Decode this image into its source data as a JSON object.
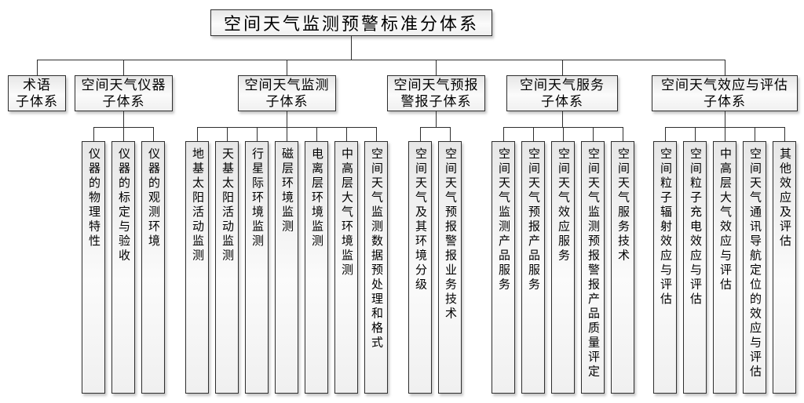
{
  "diagram": {
    "title": "空间天气监测预警标准分体系",
    "subsystems": [
      {
        "lines": [
          "术语",
          "子体系"
        ],
        "children": []
      },
      {
        "lines": [
          "空间天气仪器",
          "子体系"
        ],
        "children": [
          "仪器的物理特性",
          "仪器的标定与验收",
          "仪器的观测环境"
        ]
      },
      {
        "lines": [
          "空间天气监测",
          "子体系"
        ],
        "children": [
          "地基太阳活动监测",
          "天基太阳活动监测",
          "行星际环境监测",
          "磁层环境监测",
          "电离层环境监测",
          "中高层大气环境监测",
          "空间天气监测数据预处理和格式"
        ]
      },
      {
        "lines": [
          "空间天气预报",
          "警报子体系"
        ],
        "children": [
          "空间天气及其环境分级",
          "空间天气预报警报业务技术"
        ]
      },
      {
        "lines": [
          "空间天气服务",
          "子体系"
        ],
        "children": [
          "空间天气监测产品服务",
          "空间天气预报产品服务",
          "空间天气效应服务",
          "空间天气监测预报警报产品质量评定",
          "空间天气服务技术"
        ]
      },
      {
        "lines": [
          "空间天气效应与评估",
          "子体系"
        ],
        "children": [
          "空间粒子辐射效应与评估",
          "空间粒子充电效应与评估",
          "中高层大气效应与评估",
          "空间天气通讯导航定位的效应与评估",
          "其他效应及评估"
        ]
      }
    ],
    "colors": {
      "background": "#ffffff",
      "box_border": "#2e2e2e",
      "box_fill": "#f2f2f2",
      "connector": "#2e2e2e",
      "text": "#000000"
    }
  }
}
